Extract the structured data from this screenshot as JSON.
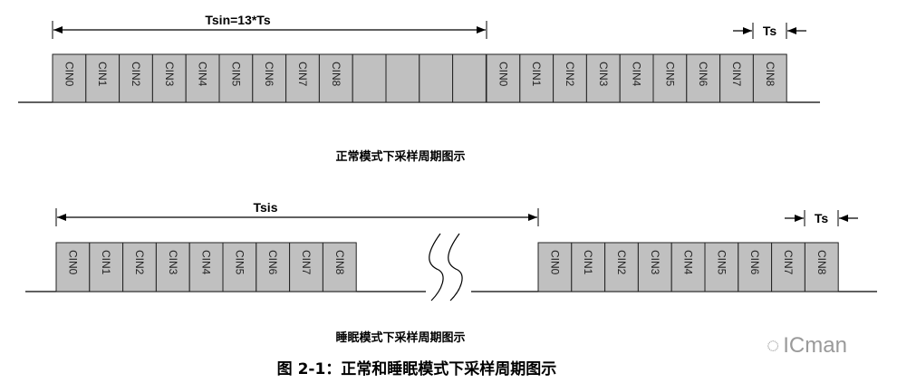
{
  "normal_mode": {
    "span_label": "Tsin=13*Ts",
    "ts_label": "Ts",
    "caption": "正常模式下采样周期图示",
    "groups": [
      {
        "slots": [
          "CIN0",
          "CIN1",
          "CIN2",
          "CIN3",
          "CIN4",
          "CIN5",
          "CIN6",
          "CIN7",
          "CIN8",
          "",
          "",
          "",
          ""
        ]
      },
      {
        "slots": [
          "CIN0",
          "CIN1",
          "CIN2",
          "CIN3",
          "CIN4",
          "CIN5",
          "CIN6",
          "CIN7",
          "CIN8"
        ]
      }
    ]
  },
  "sleep_mode": {
    "span_label": "Tsis",
    "ts_label": "Ts",
    "caption": "睡眠模式下采样周期图示",
    "groups": [
      {
        "slots": [
          "CIN0",
          "CIN1",
          "CIN2",
          "CIN3",
          "CIN4",
          "CIN5",
          "CIN6",
          "CIN7",
          "CIN8"
        ]
      },
      {
        "slots": [
          "CIN0",
          "CIN1",
          "CIN2",
          "CIN3",
          "CIN4",
          "CIN5",
          "CIN6",
          "CIN7",
          "CIN8"
        ]
      }
    ]
  },
  "figure_caption": "图 2-1：正常和睡眠模式下采样周期图示",
  "watermark": "ICman",
  "colors": {
    "slot_fill": "#c0c0c0",
    "line": "#000000"
  }
}
